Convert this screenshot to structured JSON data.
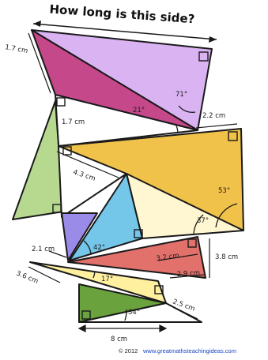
{
  "title": "How long is this side?",
  "colors": {
    "lilac": "#d9b3f2",
    "magenta": "#c4488a",
    "green": "#b6d98f",
    "gold": "#f0c24a",
    "cream": "#fff7d1",
    "sky": "#75c7ea",
    "violet": "#9b8be8",
    "salmon": "#e2706b",
    "pale_yellow": "#fff0a0",
    "olive": "#6aa33d"
  },
  "labels": {
    "l1": "1.7 cm",
    "l2": "1.7 cm",
    "l3": "2.2 cm",
    "l4": "4.3 cm",
    "l5": "2.1 cm",
    "l6": "3.6 cm",
    "l7": "3.2 cm",
    "l8": "2.9 cm",
    "l9": "3.8 cm",
    "l10": "2.5 cm",
    "l11": "8 cm"
  },
  "angles": {
    "a1": "71°",
    "a2": "21°",
    "a3": "53°",
    "a4": "37°",
    "a5": "42°",
    "a6": "17°",
    "a7": "34°"
  },
  "footer": {
    "copyright": "© 2012",
    "link": "www.greatmathsteachingideas.com"
  }
}
